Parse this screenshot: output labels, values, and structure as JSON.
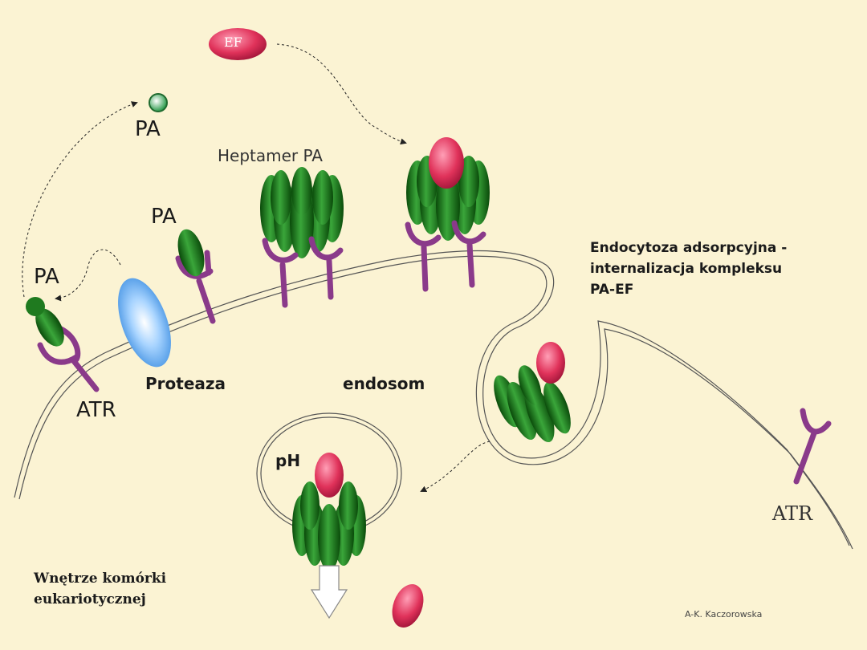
{
  "labels": {
    "ef": "EF",
    "pa_free": "PA",
    "heptamer": "Heptamer PA",
    "pa_mid": "PA",
    "pa_left": "PA",
    "atr_left": "ATR",
    "proteaza": "Proteaza",
    "endosom": "endosom",
    "endocytosis_line1": "Endocytoza adsorpcyjna -",
    "endocytosis_line2": "internalizacja kompleksu",
    "endocytosis_line3": "PA-EF",
    "ph": "pH",
    "atr_right": "ATR",
    "interior_line1": "Wnętrze komórki",
    "interior_line2": "eukariotycznej",
    "author": "A-K. Kaczorowska"
  },
  "colors": {
    "background": "#fbf3d3",
    "ef_red": "#e0325a",
    "pa_green": "#1f7a1f",
    "receptor_purple": "#8a3a8a",
    "protease_blue": "#6ab0f0"
  }
}
